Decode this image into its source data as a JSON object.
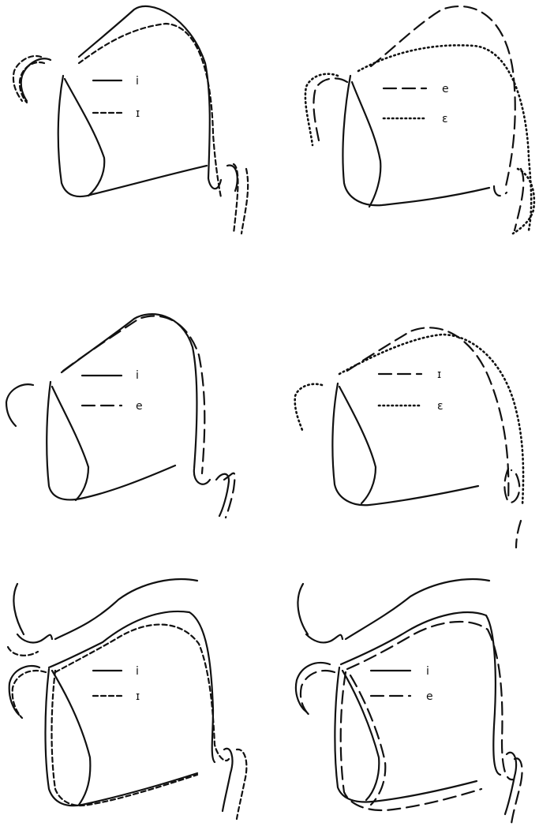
{
  "panels": [
    {
      "id": "panel-1",
      "legend": [
        {
          "symbol": "i",
          "style": "solid"
        },
        {
          "symbol": "ɪ",
          "style": "short-dash"
        }
      ]
    },
    {
      "id": "panel-2",
      "legend": [
        {
          "symbol": "e",
          "style": "long-dash"
        },
        {
          "symbol": "ɛ",
          "style": "dotted"
        }
      ]
    },
    {
      "id": "panel-3",
      "legend": [
        {
          "symbol": "i",
          "style": "solid"
        },
        {
          "symbol": "e",
          "style": "long-dash"
        }
      ]
    },
    {
      "id": "panel-4",
      "legend": [
        {
          "symbol": "ɪ",
          "style": "long-dash"
        },
        {
          "symbol": "ɛ",
          "style": "dotted"
        }
      ]
    },
    {
      "id": "panel-5",
      "legend": [
        {
          "symbol": "i",
          "style": "solid"
        },
        {
          "symbol": "ɪ",
          "style": "short-dash"
        }
      ]
    },
    {
      "id": "panel-6",
      "legend": [
        {
          "symbol": "i",
          "style": "solid"
        },
        {
          "symbol": "e",
          "style": "long-dash"
        }
      ]
    }
  ]
}
